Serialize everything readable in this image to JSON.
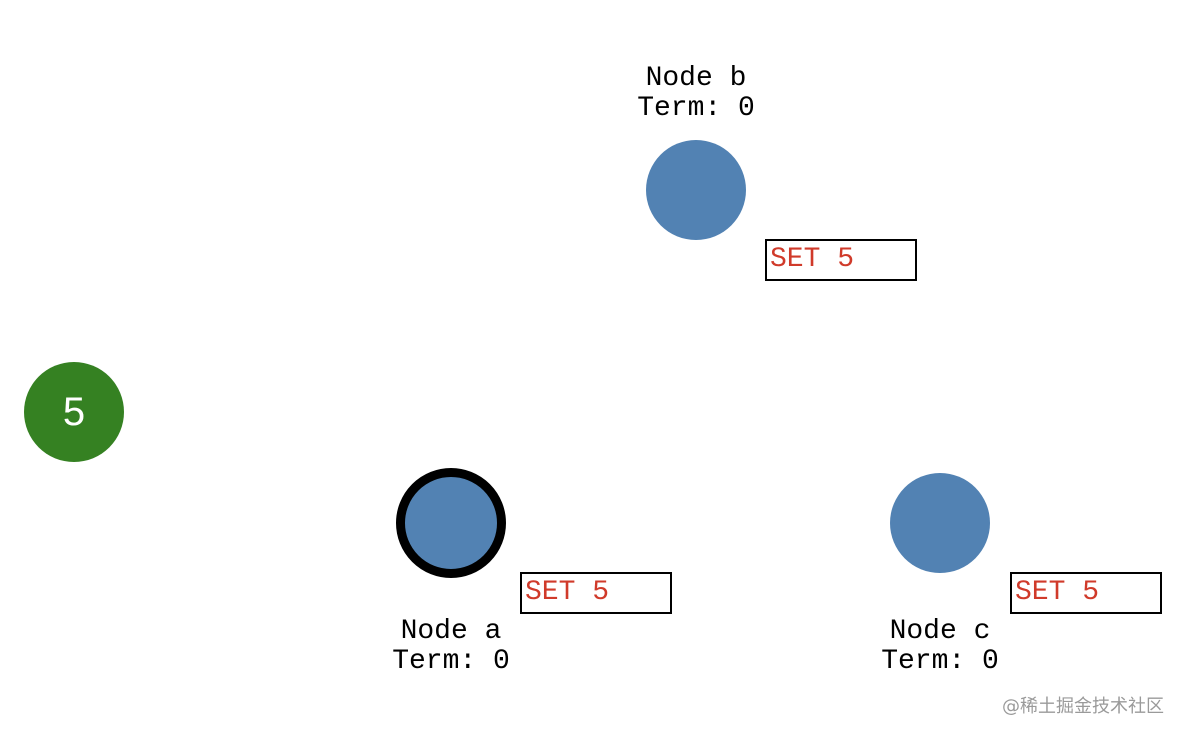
{
  "colors": {
    "node_fill": "#5282b3",
    "leader_ring": "#000000",
    "log_text": "#d03a2a",
    "client_fill": "#358122",
    "client_text": "#ffffff"
  },
  "client": {
    "value": "5"
  },
  "nodes": [
    {
      "id": "a",
      "name": "Node a",
      "term": "Term: 0",
      "log": [
        "SET 5"
      ],
      "leader": true
    },
    {
      "id": "b",
      "name": "Node b",
      "term": "Term: 0",
      "log": [
        "SET 5"
      ],
      "leader": false
    },
    {
      "id": "c",
      "name": "Node c",
      "term": "Term: 0",
      "log": [
        "SET 5"
      ],
      "leader": false
    }
  ],
  "watermark": "@稀土掘金技术社区"
}
